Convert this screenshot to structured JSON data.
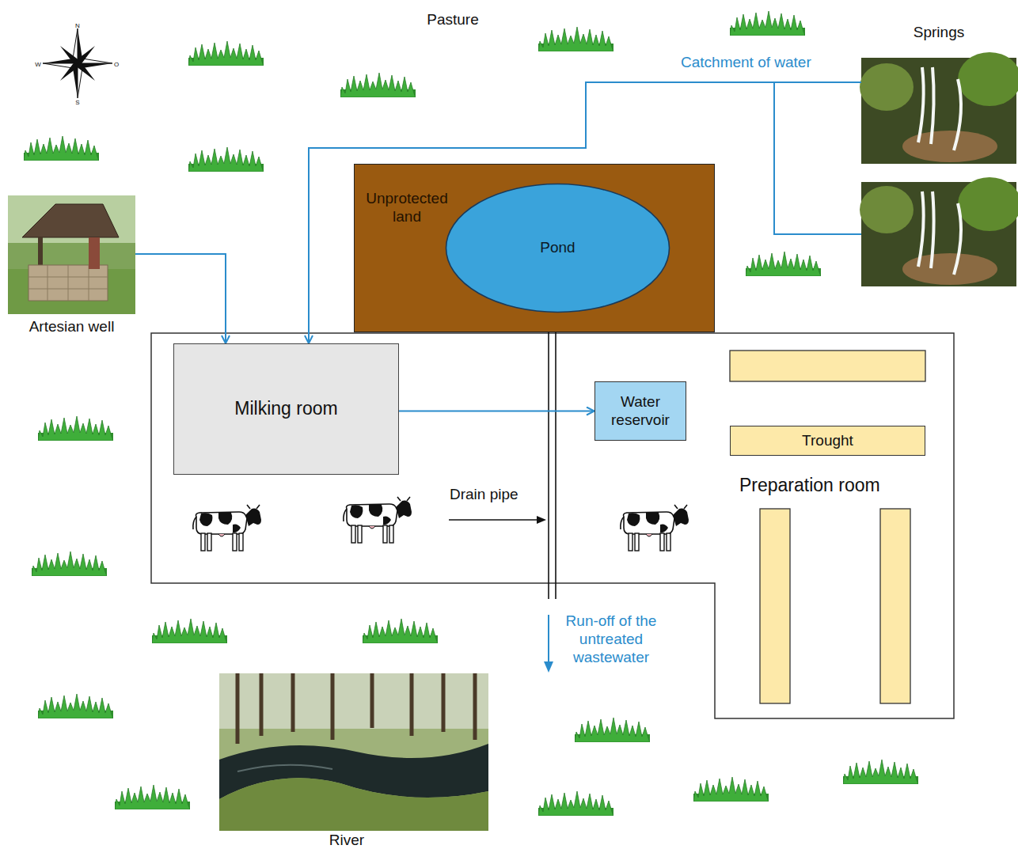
{
  "diagram": {
    "nodes": [
      {
        "text": [
          "Springs"
        ]
      },
      {
        "text": [
          "Unprotected land"
        ]
      },
      {
        "text": [
          "Pond"
        ],
        "in": 1
      },
      {
        "text": [
          "Artesian well"
        ]
      },
      {
        "text": [
          "Milking room"
        ]
      },
      {
        "text": [
          "Water reservoir"
        ]
      },
      {
        "text": [
          "Trought"
        ]
      }
    ],
    "edges": [
      {
        "from": 3,
        "to": 4,
        "arrow": "to"
      },
      {
        "from": 0,
        "to": 4,
        "label": "Catchment of water",
        "arrow": "to"
      },
      {
        "from": 4,
        "to": 5,
        "arrow": "to"
      }
    ],
    "labels": [
      "N",
      "O",
      "S",
      "W",
      "Pasture",
      "Preparation room",
      "Drain pipe",
      "Run-off of the untreated wastewater",
      "River"
    ]
  }
}
